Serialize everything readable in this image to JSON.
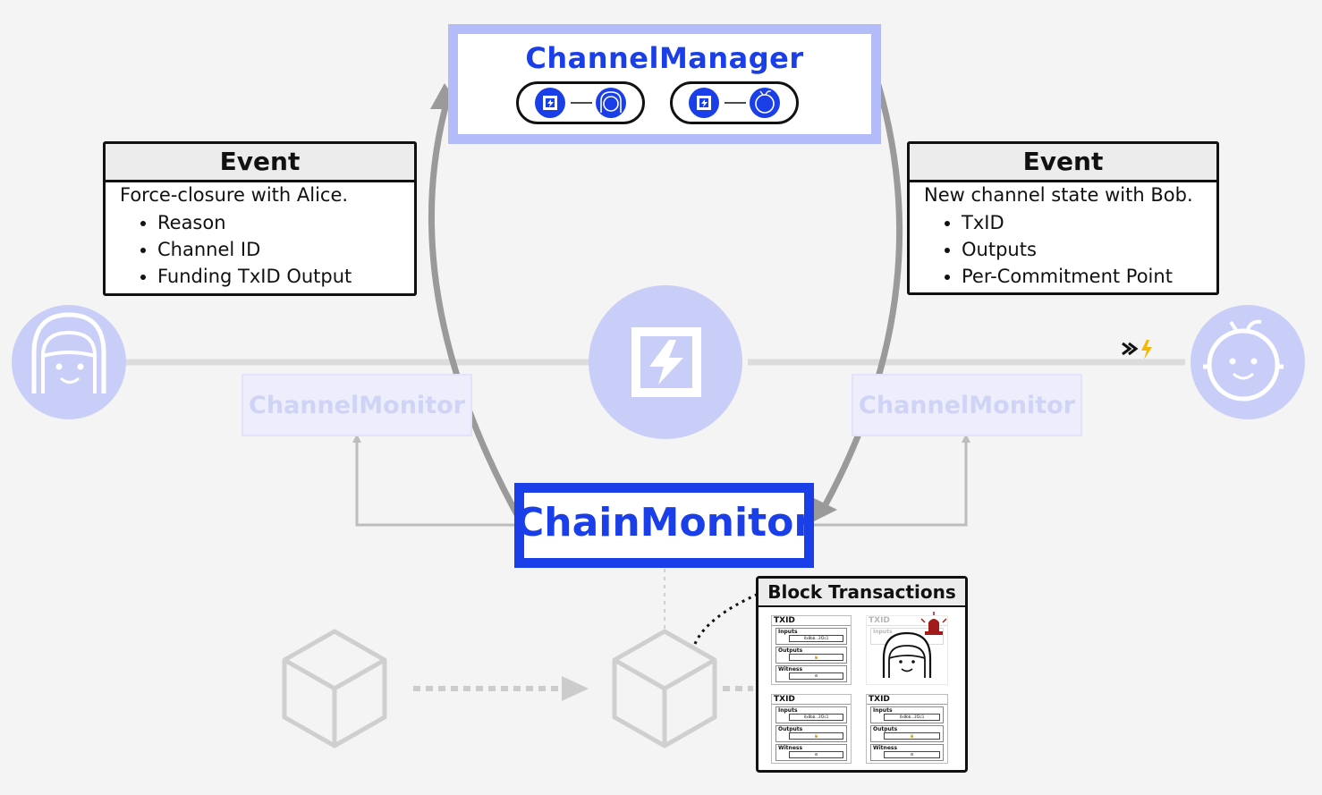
{
  "channel_manager": {
    "title": "ChannelManager"
  },
  "events": [
    {
      "header": "Event",
      "description": "Force-closure with Alice.",
      "items": [
        "Reason",
        "Channel ID",
        "Funding TxID Output"
      ]
    },
    {
      "header": "Event",
      "description": "New channel state with Bob.",
      "items": [
        "TxID",
        "Outputs",
        "Per-Commitment Point"
      ]
    }
  ],
  "channel_monitors": [
    "ChannelMonitor",
    "ChannelMonitor"
  ],
  "chain_monitor": {
    "title": "ChainMonitor"
  },
  "block_transactions": {
    "title": "Block Transactions",
    "tx_label": "TXID",
    "sections": [
      "Inputs",
      "Outputs",
      "Witness"
    ],
    "input_value": "0x8bb...3f2c1"
  },
  "colors": {
    "accent": "#1a3ee8",
    "light_accent": "#b3bcf9",
    "node_fill": "#c9cef8",
    "alert": "#a31a1a",
    "lightning": "#f5b800"
  },
  "icons": [
    "alice-avatar-icon",
    "bob-avatar-icon",
    "lightning-node-icon",
    "block-cube-icon",
    "alarm-icon",
    "lock-icon",
    "key-icon",
    "lightning-bolt-icon",
    "fast-forward-icon"
  ]
}
